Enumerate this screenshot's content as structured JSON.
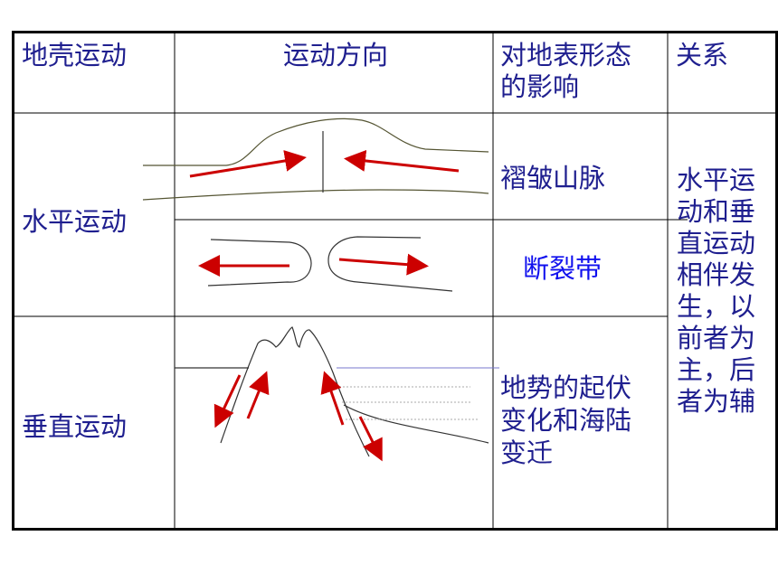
{
  "table": {
    "headers": {
      "movement": "地壳运动",
      "direction": "运动方向",
      "effect_line1": "对地表形态",
      "effect_line2": "的影响",
      "relation": "关系"
    },
    "rows": {
      "horizontal": {
        "label": "水平运动",
        "effect_fold": "褶皱山脉",
        "effect_fault": "断裂带"
      },
      "vertical": {
        "label": "垂直运动",
        "effect_line1": "地势的起伏",
        "effect_line2": "变化和海陆",
        "effect_line3": "变迁"
      }
    },
    "relation_text": "水平运动和垂直运动相伴发生，以前者为主，后者为辅"
  },
  "colors": {
    "text": "#1f1f8f",
    "highlight_text": "#1010ee",
    "arrow": "#cc0000",
    "border": "#000000",
    "sketch_line": "#555533"
  }
}
